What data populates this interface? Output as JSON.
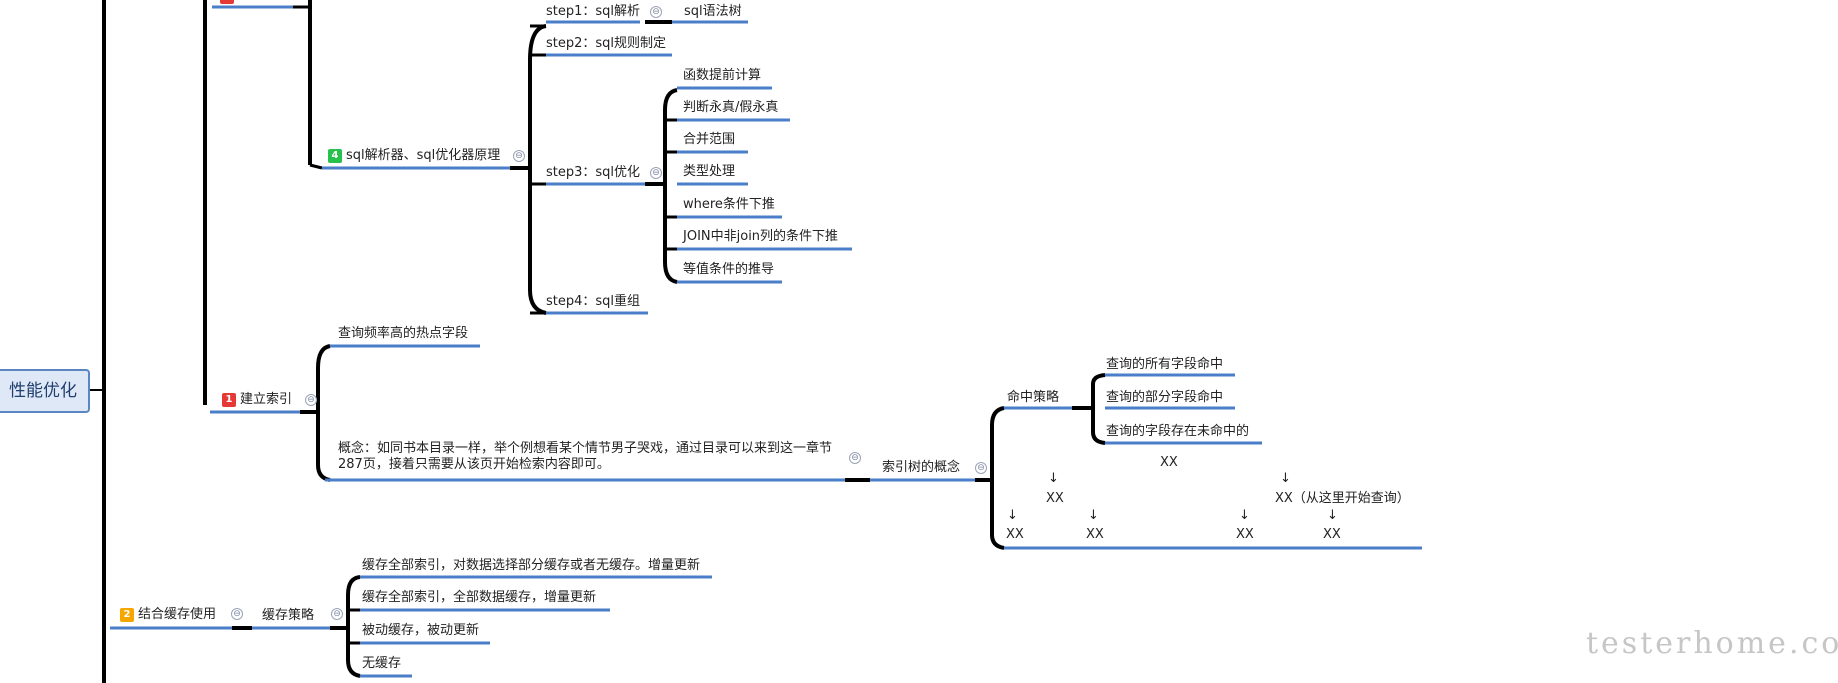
{
  "root": {
    "label": "性能优化"
  },
  "colors": {
    "branch_line": "#000000",
    "underline": "#4a7ec8",
    "badge_green": "#27c24c",
    "badge_red": "#e53935",
    "badge_orange": "#f7a600",
    "root_fill": "#dfe8f6",
    "root_border": "#5b86c4"
  },
  "nodes": {
    "sql_parser": {
      "badge": "4",
      "label": "sql解析器、sql优化器原理"
    },
    "step1": {
      "label": "step1：sql解析"
    },
    "step1_child": {
      "label": "sql语法树"
    },
    "step2": {
      "label": "step2：sql规则制定"
    },
    "step3": {
      "label": "step3：sql优化"
    },
    "step3_children": [
      "函数提前计算",
      "判断永真/假永真",
      "合并范围",
      "类型处理",
      "where条件下推",
      "JOIN中非join列的条件下推",
      "等值条件的推导"
    ],
    "step4": {
      "label": "step4：sql重组"
    },
    "index": {
      "badge": "1",
      "label": "建立索引"
    },
    "hot_fields": {
      "label": "查询频率高的热点字段"
    },
    "concept": {
      "label": "概念：如同书本目录一样，举个例想看某个情节男子哭戏，通过目录可以来到这一章节287页，接着只需要从该页开始检索内容即可。"
    },
    "index_tree": {
      "label": "索引树的概念"
    },
    "hit_strategy": {
      "label": "命中策略"
    },
    "hit_children": [
      "查询的所有字段命中",
      "查询的部分字段命中",
      "查询的字段存在未命中的"
    ],
    "tree": {
      "root": "XX",
      "arrow": "↓",
      "mid_left": "XX",
      "mid_right": "XX（从这里开始查询）",
      "leaves": [
        "XX",
        "XX",
        "XX",
        "XX"
      ]
    },
    "cache": {
      "badge": "2",
      "label": "结合缓存使用"
    },
    "cache_strategy": {
      "label": "缓存策略"
    },
    "cache_children": [
      "缓存全部索引，对数据选择部分缓存或者无缓存。增量更新",
      "缓存全部索引，全部数据缓存，增量更新",
      "被动缓存，被动更新",
      "无缓存"
    ],
    "collapse_glyph": "⊖"
  },
  "watermark": "testerhome.com"
}
